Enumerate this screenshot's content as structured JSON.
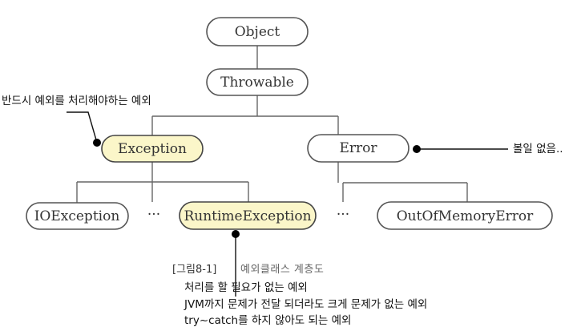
{
  "nodes": {
    "object": "Object",
    "throwable": "Throwable",
    "exception": "Exception",
    "error": "Error",
    "ioexception": "IOException",
    "ellipsis_left": "···",
    "runtimeexception": "RuntimeException",
    "ellipsis_right": "···",
    "outofmemoryerror": "OutOfMemoryError"
  },
  "annotations": {
    "exception_note": "반드시 예외를 처리해야하는 예외",
    "error_note": "볼일 없음.."
  },
  "caption": {
    "tag": "[그림8-1]",
    "title": "예외클래스 계층도"
  },
  "runtime_notes": [
    "처리를 할 필요가 없는 예외",
    "JVM까지 문제가 전달 되더라도 크게 문제가 없는 예외",
    "try~catch를 하지 않아도 되는 예외"
  ],
  "colors": {
    "highlight_fill": "#fbf6c9",
    "node_fill": "#ffffff"
  }
}
